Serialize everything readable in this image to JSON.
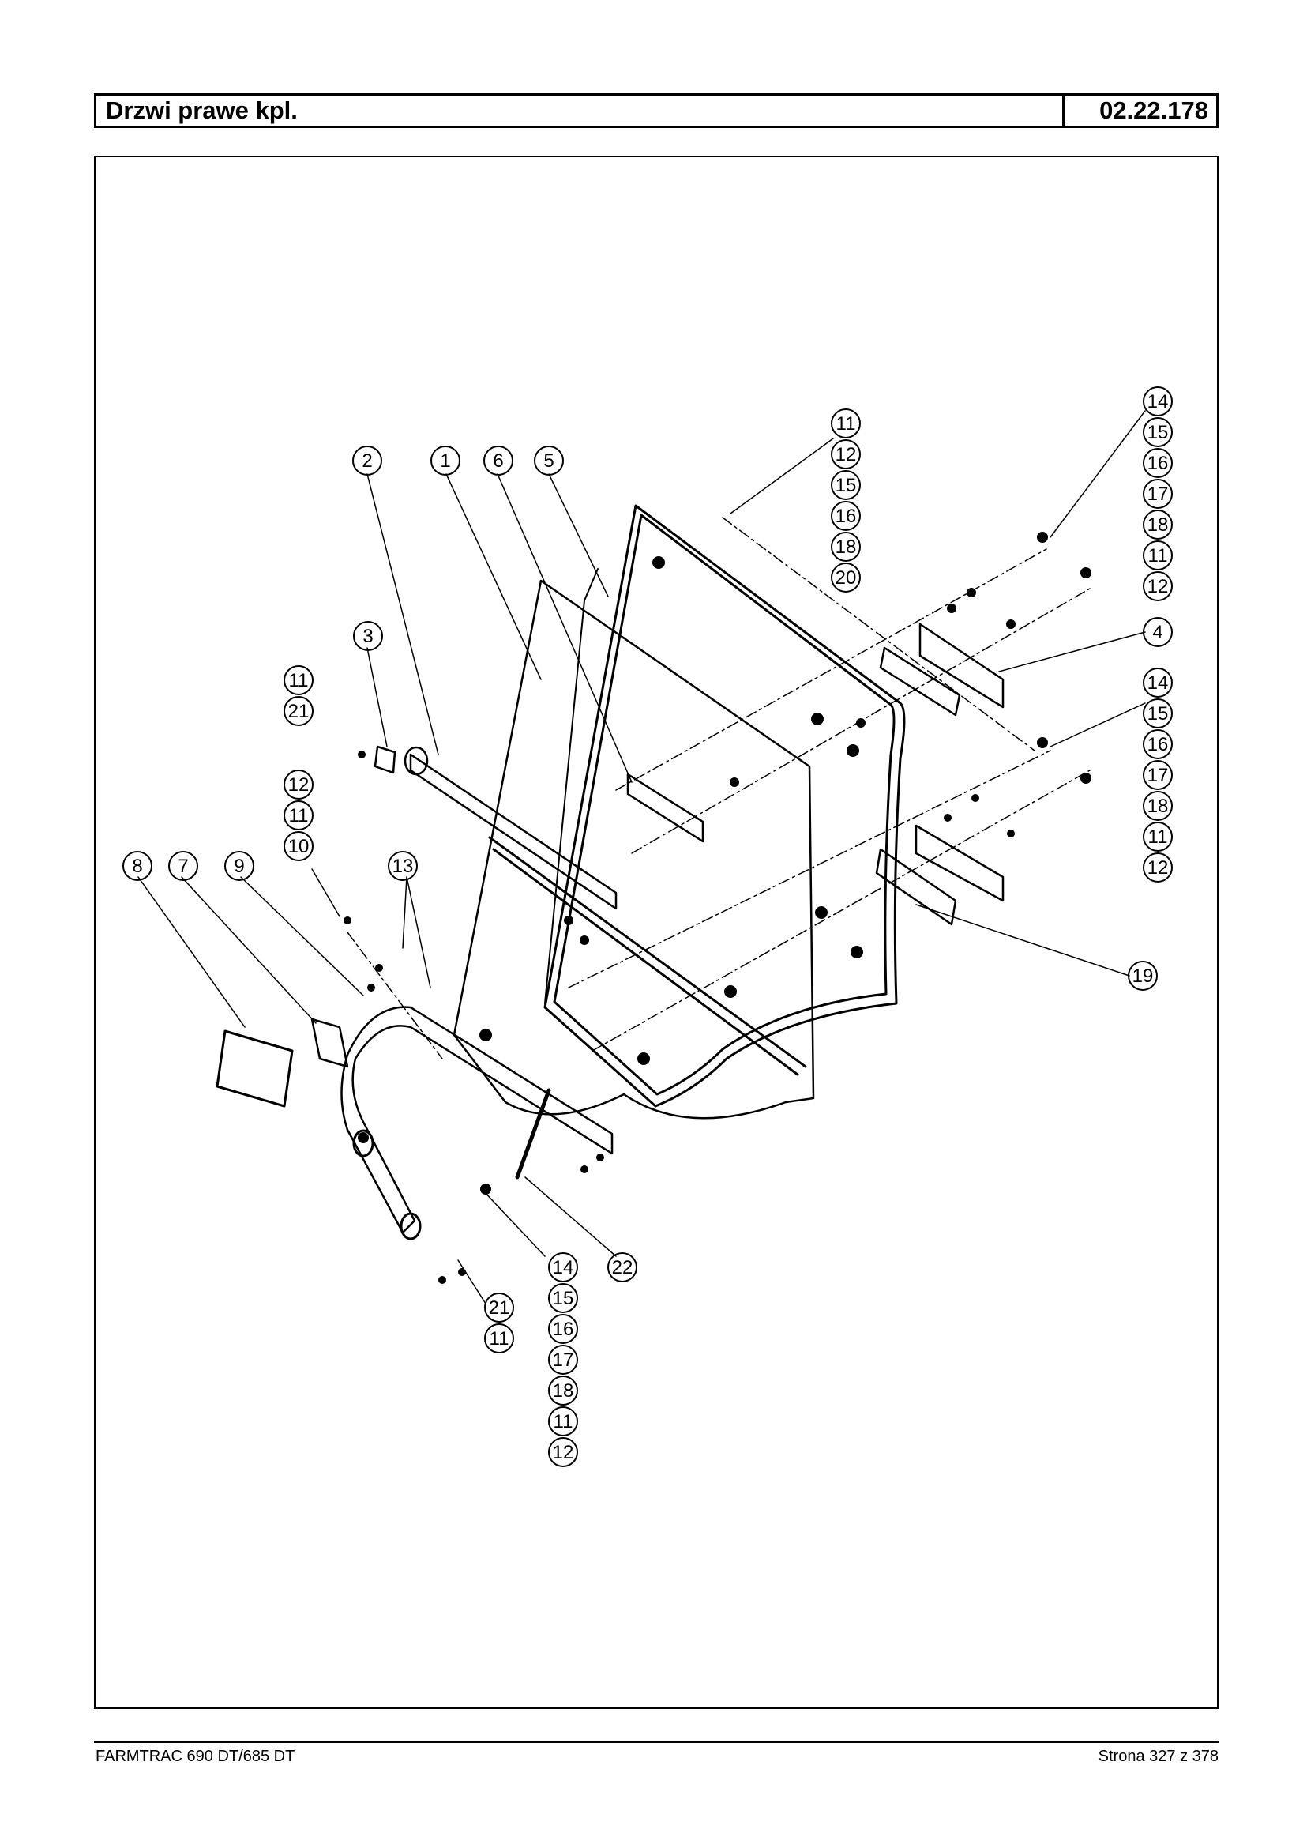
{
  "header": {
    "title": "Drzwi prawe kpl.",
    "code": "02.22.178"
  },
  "footer": {
    "model": "FARMTRAC 690 DT/685 DT",
    "page": "Strona 327 z 378"
  },
  "callout_groups": [
    [
      "11",
      "12",
      "15",
      "16",
      "18",
      "20"
    ],
    [
      "14",
      "15",
      "16",
      "17",
      "18",
      "11",
      "12"
    ],
    [
      "4"
    ],
    [
      "14",
      "15",
      "16",
      "17",
      "18",
      "11",
      "12"
    ],
    [
      "19"
    ],
    [
      "2"
    ],
    [
      "1"
    ],
    [
      "6"
    ],
    [
      "5"
    ],
    [
      "3"
    ],
    [
      "11",
      "21"
    ],
    [
      "12",
      "11",
      "10"
    ],
    [
      "8"
    ],
    [
      "7"
    ],
    [
      "9"
    ],
    [
      "13"
    ],
    [
      "14",
      "15",
      "16",
      "17",
      "18",
      "11",
      "12"
    ],
    [
      "22"
    ],
    [
      "21",
      "11"
    ]
  ]
}
